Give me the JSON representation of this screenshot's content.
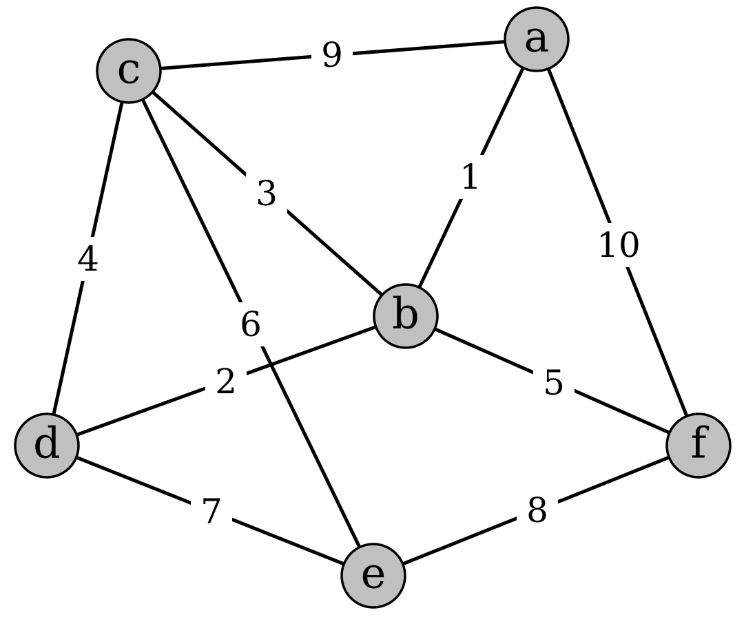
{
  "colors": {
    "node_fill": "#c0c0c0",
    "stroke": "#000000",
    "background": "#ffffff"
  },
  "nodes": [
    {
      "id": "a",
      "label": "a"
    },
    {
      "id": "b",
      "label": "b"
    },
    {
      "id": "c",
      "label": "c"
    },
    {
      "id": "d",
      "label": "d"
    },
    {
      "id": "e",
      "label": "e"
    },
    {
      "id": "f",
      "label": "f"
    }
  ],
  "edges": [
    {
      "from": "c",
      "to": "a",
      "weight": "9"
    },
    {
      "from": "a",
      "to": "b",
      "weight": "1"
    },
    {
      "from": "a",
      "to": "f",
      "weight": "10"
    },
    {
      "from": "c",
      "to": "b",
      "weight": "3"
    },
    {
      "from": "c",
      "to": "d",
      "weight": "4"
    },
    {
      "from": "c",
      "to": "e",
      "weight": "6"
    },
    {
      "from": "b",
      "to": "d",
      "weight": "2"
    },
    {
      "from": "b",
      "to": "f",
      "weight": "5"
    },
    {
      "from": "d",
      "to": "e",
      "weight": "7"
    },
    {
      "from": "e",
      "to": "f",
      "weight": "8"
    }
  ]
}
